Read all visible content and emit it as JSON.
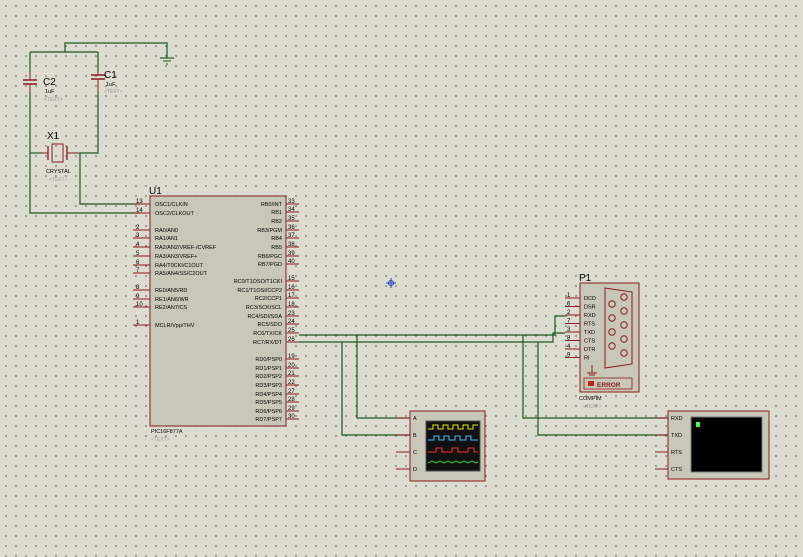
{
  "components": {
    "c2": {
      "ref": "C2",
      "value": "1uF",
      "text": "<TEXT>"
    },
    "c1": {
      "ref": "C1",
      "value": "1uF",
      "text": "<TEXT>"
    },
    "x1": {
      "ref": "X1",
      "value": "CRYSTAL",
      "text": "<TEXT>"
    },
    "u1": {
      "ref": "U1",
      "part": "PIC16F877A",
      "text": "<TEXT>",
      "left_pins": [
        {
          "num": "13",
          "name": "OSC1/CLKIN"
        },
        {
          "num": "14",
          "name": "OSC2/CLKOUT"
        },
        {
          "num": "2",
          "name": "RA0/AN0"
        },
        {
          "num": "3",
          "name": "RA1/AN1"
        },
        {
          "num": "4",
          "name": "RA2/AN2/VREF-/CVREF"
        },
        {
          "num": "5",
          "name": "RA3/AN3/VREF+"
        },
        {
          "num": "6",
          "name": "RA4/T0CKI/C1OUT"
        },
        {
          "num": "7",
          "name": "RA5/AN4/SS/C2OUT"
        },
        {
          "num": "8",
          "name": "RE0/AN5/RD"
        },
        {
          "num": "9",
          "name": "RE1/AN6/WR"
        },
        {
          "num": "10",
          "name": "RE2/AN7/CS"
        },
        {
          "num": "1",
          "name": "MCLR/Vpp/THV"
        }
      ],
      "right_pins": [
        {
          "num": "33",
          "name": "RB0/INT"
        },
        {
          "num": "34",
          "name": "RB1"
        },
        {
          "num": "35",
          "name": "RB2"
        },
        {
          "num": "36",
          "name": "RB3/PGM"
        },
        {
          "num": "37",
          "name": "RB4"
        },
        {
          "num": "38",
          "name": "RB5"
        },
        {
          "num": "39",
          "name": "RB6/PGC"
        },
        {
          "num": "40",
          "name": "RB7/PGD"
        },
        {
          "num": "15",
          "name": "RC0/T1OSO/T1CKI"
        },
        {
          "num": "16",
          "name": "RC1/T1OSI/CCP2"
        },
        {
          "num": "17",
          "name": "RC2/CCP1"
        },
        {
          "num": "18",
          "name": "RC3/SCK/SCL"
        },
        {
          "num": "23",
          "name": "RC4/SDI/SDA"
        },
        {
          "num": "24",
          "name": "RC5/SDO"
        },
        {
          "num": "25",
          "name": "RC6/TX/CK"
        },
        {
          "num": "26",
          "name": "RC7/RX/DT"
        },
        {
          "num": "19",
          "name": "RD0/PSP0"
        },
        {
          "num": "20",
          "name": "RD1/PSP1"
        },
        {
          "num": "21",
          "name": "RD2/PSP2"
        },
        {
          "num": "22",
          "name": "RD3/PSP3"
        },
        {
          "num": "27",
          "name": "RD4/PSP4"
        },
        {
          "num": "28",
          "name": "RD5/PSP5"
        },
        {
          "num": "29",
          "name": "RD6/PSP6"
        },
        {
          "num": "30",
          "name": "RD7/PSP7"
        }
      ]
    },
    "p1": {
      "ref": "P1",
      "part": "COMPIM",
      "text": "<TEXT>",
      "error_label": "ERROR",
      "pins": [
        {
          "num": "1",
          "name": "DCD"
        },
        {
          "num": "6",
          "name": "DSR"
        },
        {
          "num": "2",
          "name": "RXD"
        },
        {
          "num": "7",
          "name": "RTS"
        },
        {
          "num": "3",
          "name": "TXD"
        },
        {
          "num": "8",
          "name": "CTS"
        },
        {
          "num": "4",
          "name": "DTR"
        },
        {
          "num": "9",
          "name": "RI"
        }
      ]
    },
    "oscilloscope": {
      "channels": [
        "A",
        "B",
        "C",
        "D"
      ]
    },
    "terminal": {
      "pins": [
        "RXD",
        "TXD",
        "RTS",
        "CTS"
      ]
    }
  },
  "colors": {
    "wire": "#1a5a1a",
    "pin": "#8b1a1a",
    "body": "#c8c8b8",
    "screen": "#000000"
  }
}
